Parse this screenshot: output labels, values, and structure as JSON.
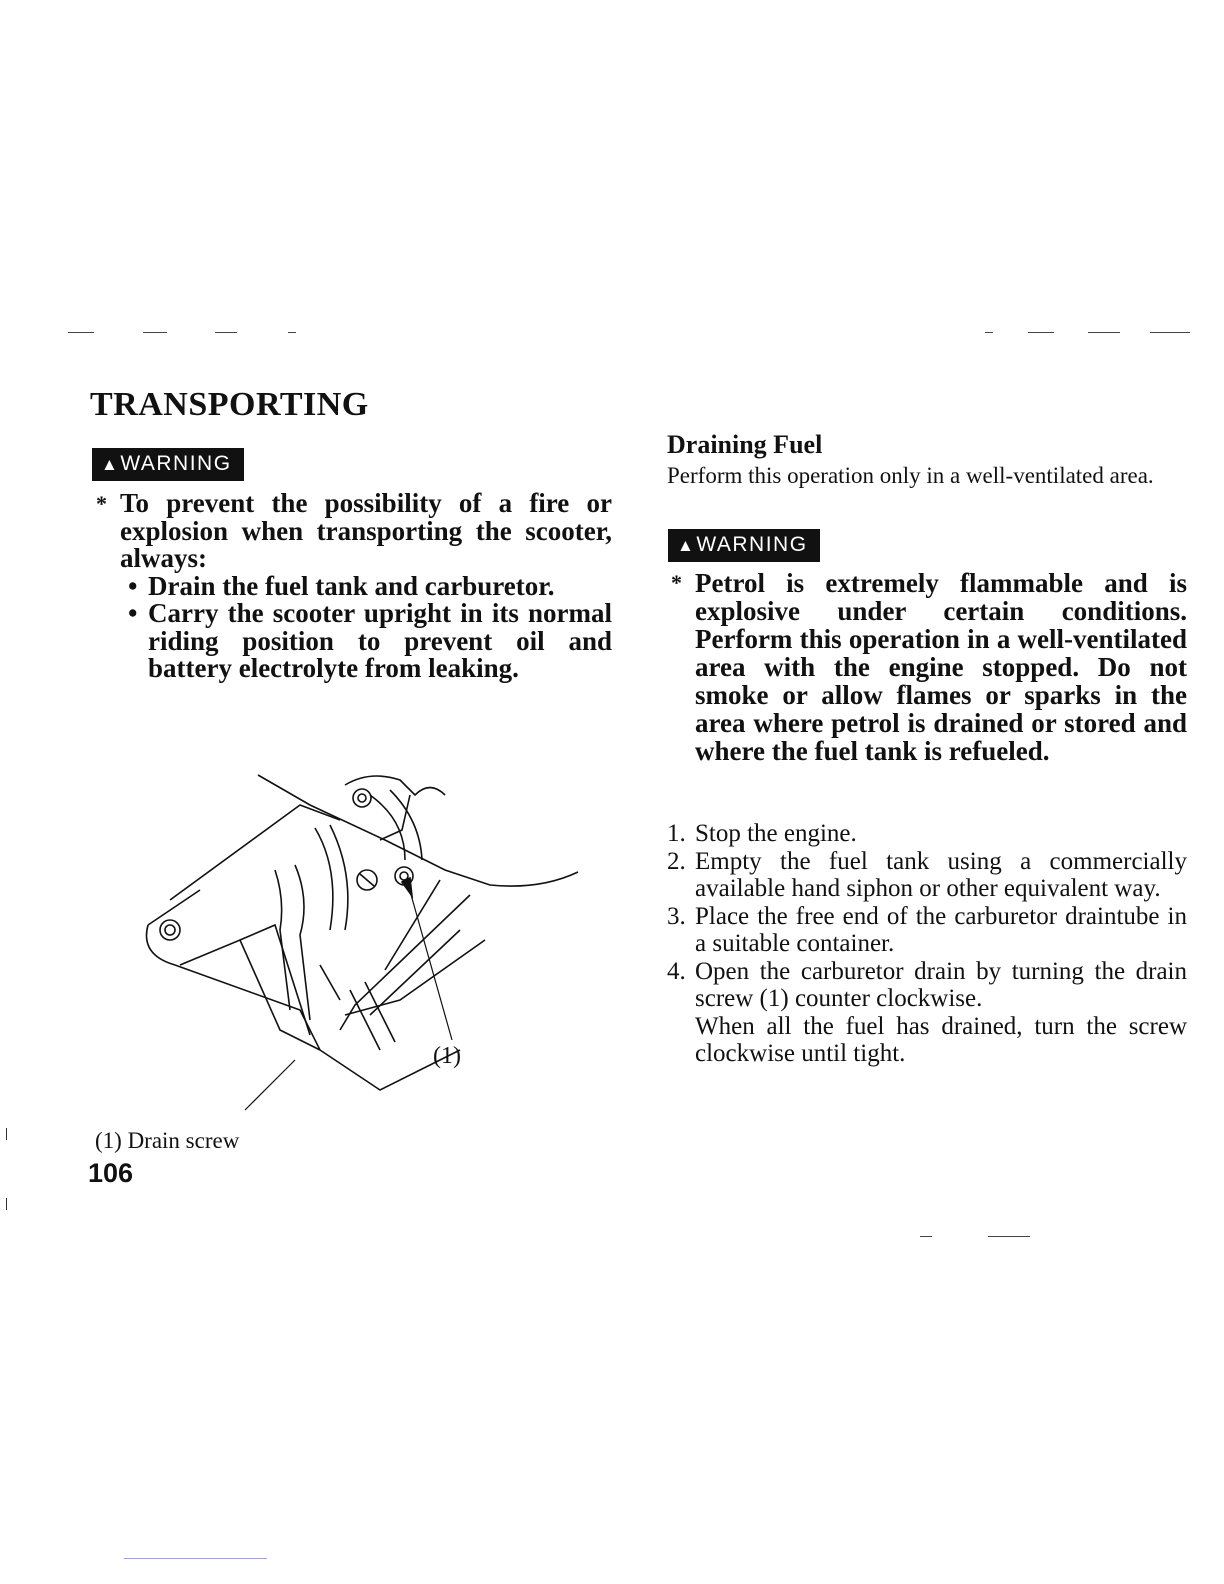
{
  "page": {
    "title": "TRANSPORTING",
    "number": "106"
  },
  "warning_label": "WARNING",
  "transport_warning": {
    "main": "To prevent the possibility of a fire or explosion when transporting the scooter, always:",
    "items": [
      "Drain the fuel tank and carburetor.",
      "Carry the scooter upright in its normal riding position to prevent oil and battery electrolyte from leaking."
    ]
  },
  "figure": {
    "callout": "(1)",
    "caption": "(1) Drain screw"
  },
  "draining_fuel": {
    "title": "Draining Fuel",
    "intro": "Perform this operation only in a well-ventilated area.",
    "warning": "Petrol is extremely flammable and is explosive under certain conditions. Perform this operation in a well-ventilated area with the engine stopped. Do not smoke or allow flames or sparks in the area where petrol is drained or stored and where the fuel tank is refueled.",
    "steps": [
      {
        "num": "1.",
        "text": "Stop the engine."
      },
      {
        "num": "2.",
        "text": "Empty the fuel tank using a commercially available hand siphon or other equivalent way."
      },
      {
        "num": "3.",
        "text": "Place the free end of the carburetor draintube in a suitable container."
      },
      {
        "num": "4.",
        "text": "Open the carburetor drain by turning the drain screw (1) counter clockwise.",
        "note": "When all the fuel has drained, turn the screw clockwise until tight."
      }
    ]
  }
}
